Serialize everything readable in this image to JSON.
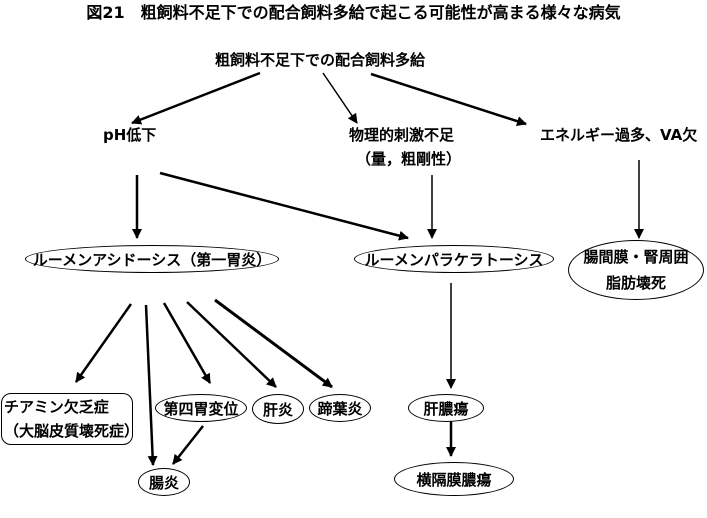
{
  "title": "図21　粗飼料不足下での配合飼料多給で起こる可能性が高まる様々な病気",
  "root": "粗飼料不足下での配合飼料多給",
  "causes": {
    "ph": "pH低下",
    "physical_line1": "物理的刺激不足",
    "physical_line2": "（量，粗剛性）",
    "energy": "エネルギー過多、VA欠"
  },
  "conditions": {
    "acidosis": "ルーメンアシドーシス（第一胃炎）",
    "parakeratosis": "ルーメンパラケラトーシス",
    "fat_necrosis_line1": "腸間膜・腎周囲",
    "fat_necrosis_line2": "脂肪壊死"
  },
  "diseases": {
    "thiamine_line1": "チアミン欠乏症",
    "thiamine_line2": "（大脳皮質壊死症）",
    "abomasum": "第四胃変位",
    "hepatitis": "肝炎",
    "laminitis": "蹄葉炎",
    "enteritis": "腸炎",
    "liver_abscess": "肝膿瘍",
    "diaphragm_abscess": "横隔膜膿瘍"
  }
}
